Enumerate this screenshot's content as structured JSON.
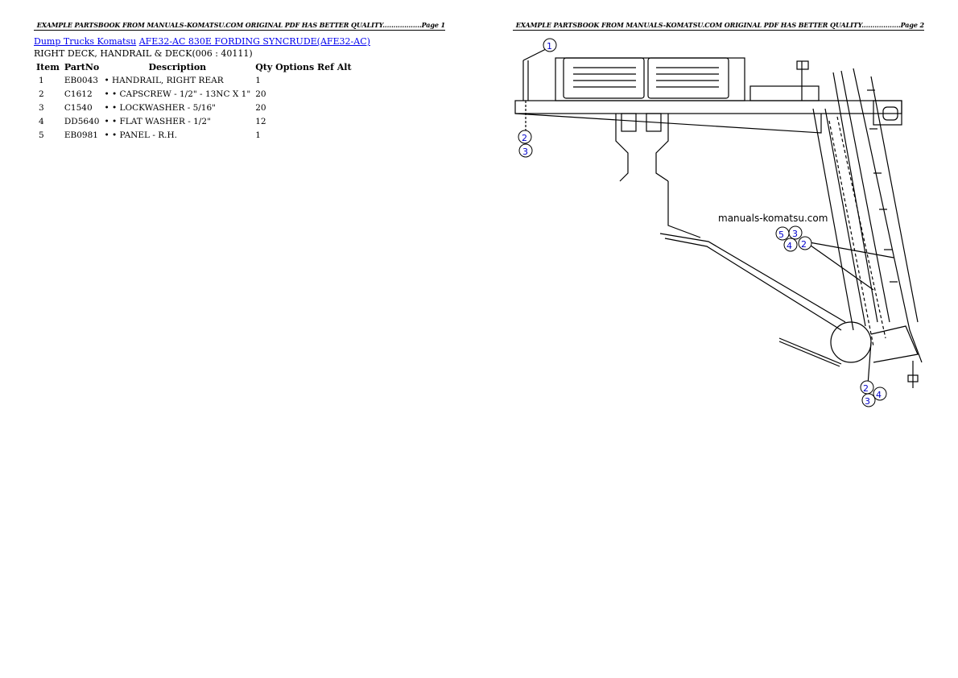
{
  "headers": {
    "page1": "EXAMPLE PARTSBOOK FROM MANUALS-KOMATSU.COM ORIGINAL PDF HAS BETTER QUALITY..................Page 1",
    "page2": "EXAMPLE PARTSBOOK FROM MANUALS-KOMATSU.COM ORIGINAL PDF HAS BETTER QUALITY..................Page 2"
  },
  "breadcrumb": {
    "link1": "Dump Trucks Komatsu",
    "link2": "AFE32-AC 830E FORDING SYNCRUDE(AFE32-AC)"
  },
  "subtitle": "RIGHT DECK, HANDRAIL & DECK(006 : 40111)",
  "table": {
    "headers": [
      "Item",
      "PartNo",
      "Description",
      "Qty",
      "Options",
      "Ref",
      "Alt"
    ],
    "rows": [
      {
        "item": "1",
        "partno": "EB0043",
        "description": "• HANDRAIL, RIGHT REAR",
        "qty": "1"
      },
      {
        "item": "2",
        "partno": "C1612",
        "description": "• • CAPSCREW - 1/2\" - 13NC X 1\"",
        "qty": "20"
      },
      {
        "item": "3",
        "partno": "C1540",
        "description": "• • LOCKWASHER - 5/16\"",
        "qty": "20"
      },
      {
        "item": "4",
        "partno": "DD5640",
        "description": "• • FLAT WASHER - 1/2\"",
        "qty": "12"
      },
      {
        "item": "5",
        "partno": "EB0981",
        "description": "• • PANEL - R.H.",
        "qty": "1"
      }
    ]
  },
  "diagram": {
    "watermark": "manuals-komatsu.com",
    "callouts": [
      "1",
      "2",
      "3",
      "5",
      "3",
      "4",
      "2",
      "2",
      "4",
      "3"
    ]
  }
}
